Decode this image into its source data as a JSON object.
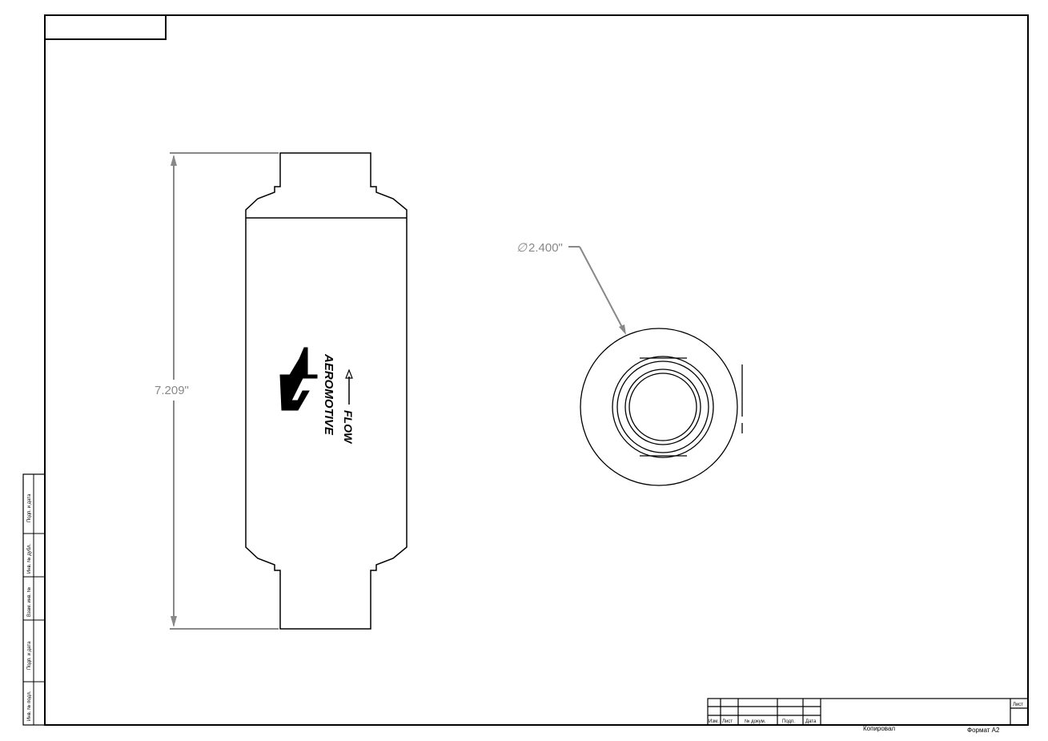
{
  "drawing": {
    "dimensions": {
      "length": "7.209\"",
      "diameter": "2.400\"",
      "diameter_symbol": "∅"
    },
    "part_markings": {
      "brand": "AEROMOTIVE",
      "flow": "FLOW"
    },
    "side_stamp_labels": [
      "Подп. и дата",
      "Инв. № дубл.",
      "Взам. инв. №",
      "Подп. и дата",
      "Инв. № подл."
    ],
    "title_block": {
      "headers": [
        "Изм.",
        "Лист",
        "№ докум.",
        "Подп.",
        "Дата"
      ],
      "sheet_label": "Лист",
      "copied_label": "Копировал",
      "format_label": "Формат A2"
    },
    "colors": {
      "line": "#000000",
      "dimension": "#888888"
    }
  }
}
